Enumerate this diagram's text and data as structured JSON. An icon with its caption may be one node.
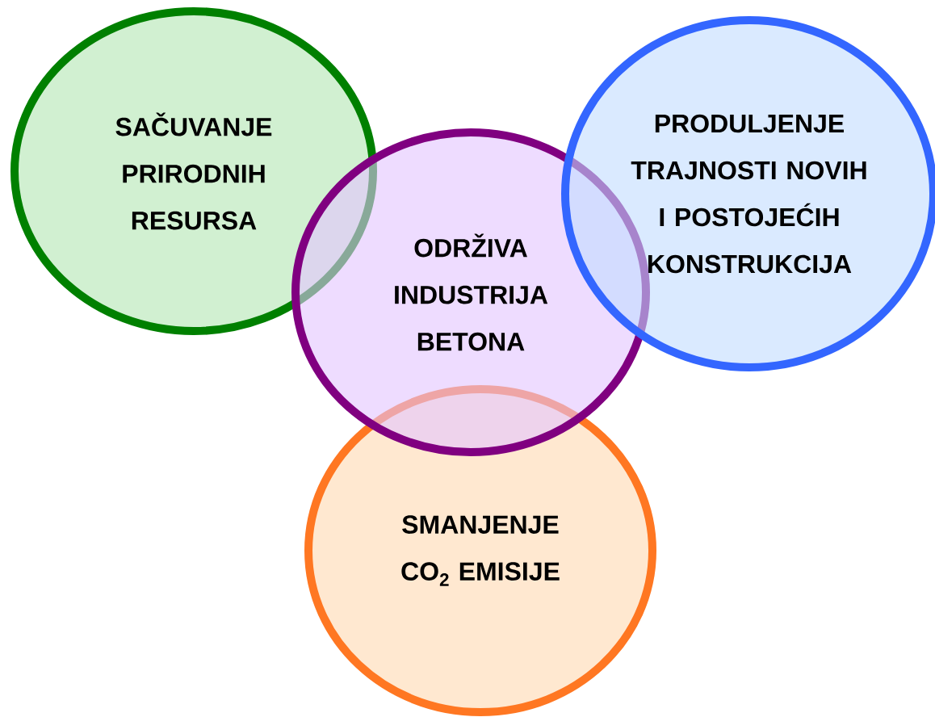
{
  "diagram": {
    "nodes": [
      {
        "text": [
          "SAČUVANJE PRIRODNIH RESURSA"
        ]
      },
      {
        "text": [
          "ODRŽIVA INDUSTRIJA BETONA"
        ]
      },
      {
        "text": [
          "PRODULJENJE TRAJNOSTI NOVIH I POSTOJEĆIH KONSTRUKCIJA"
        ]
      },
      {
        "text": [
          "SMANJENJE CO$_{2}$ EMISIJE"
        ]
      }
    ]
  }
}
